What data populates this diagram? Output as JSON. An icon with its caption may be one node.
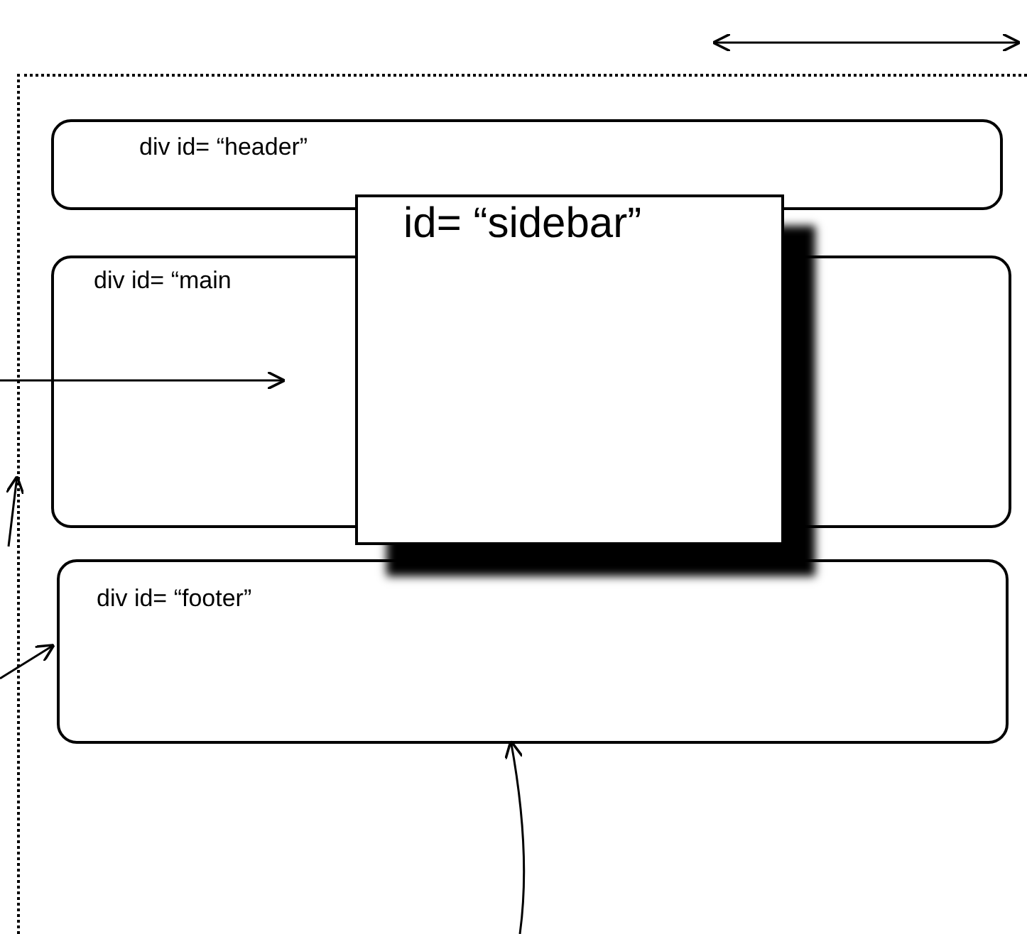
{
  "diagram": {
    "nodes": [
      {
        "text": [],
        "shape": "box"
      },
      {
        "text": [
          "div id= “header”"
        ],
        "in": 0
      },
      {
        "text": [
          "div id= “main"
        ],
        "in": 0
      },
      {
        "text": [
          "div id= “footer”"
        ],
        "in": 0
      },
      {
        "text": [
          "id= “sidebar”"
        ],
        "in": 0
      }
    ],
    "edges": [
      {
        "from": null,
        "to": 2,
        "arrow": "to"
      },
      {
        "from": null,
        "to": 0,
        "arrow": "to"
      },
      {
        "from": null,
        "to": 3,
        "arrow": "to"
      },
      {
        "from": null,
        "to": 3,
        "arrow": "to"
      }
    ]
  }
}
